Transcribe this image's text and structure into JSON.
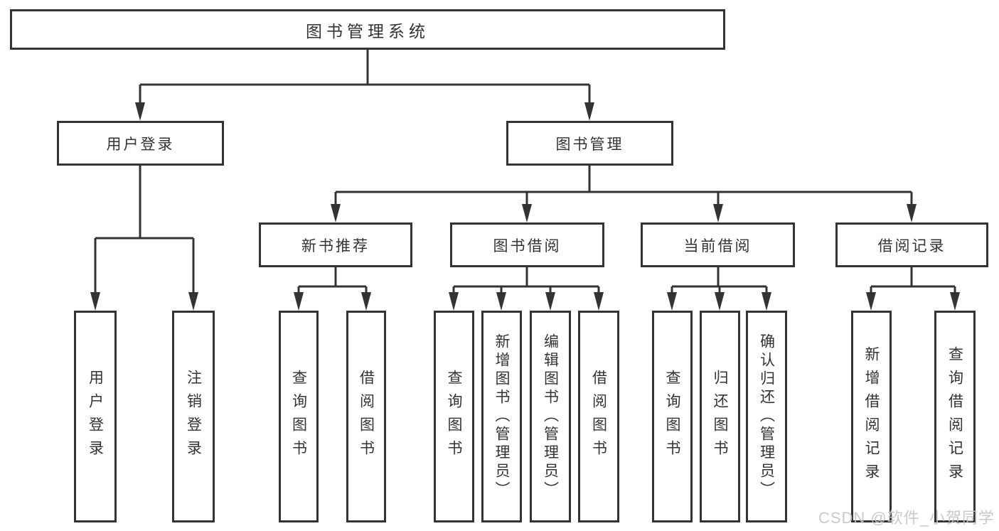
{
  "tree": {
    "root": "图书管理系统",
    "branches": [
      {
        "label": "用户登录",
        "children": [
          "用户登录",
          "注销登录"
        ]
      },
      {
        "label": "图书管理",
        "children": [
          {
            "label": "新书推荐",
            "children": [
              "查询图书",
              "借阅图书"
            ]
          },
          {
            "label": "图书借阅",
            "children": [
              "查询图书",
              "新增图书（管理员）",
              "编辑图书（管理员）",
              "借阅图书"
            ]
          },
          {
            "label": "当前借阅",
            "children": [
              "查询图书",
              "归还图书",
              "确认归还（管理员）"
            ]
          },
          {
            "label": "借阅记录",
            "children": [
              "新增借阅记录",
              "查询借阅记录"
            ]
          }
        ]
      }
    ]
  },
  "watermark": {
    "text": "CSDN @软件_小贺同学"
  },
  "colors": {
    "line": "#333333",
    "box_border": "#333333",
    "text": "#333333",
    "watermark": "#c5c5c5",
    "background": "#ffffff"
  }
}
